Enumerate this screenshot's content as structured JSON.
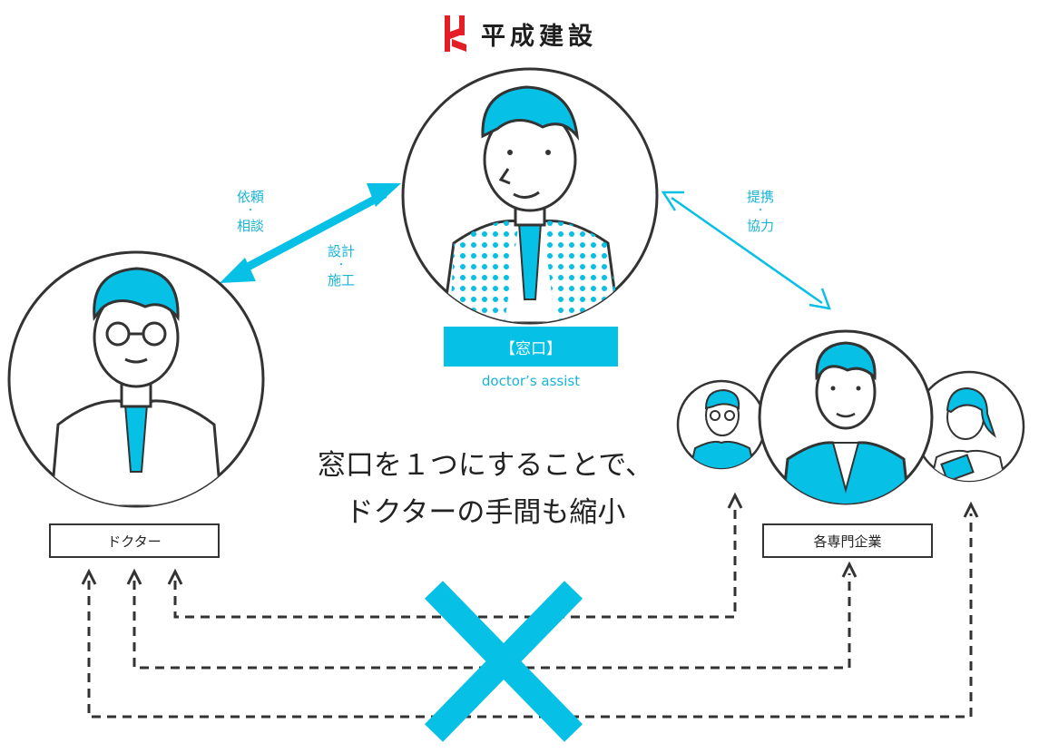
{
  "brand": {
    "name": "平成建設",
    "icon": "heisei-logo-icon",
    "color": "#e41e26"
  },
  "left_link": {
    "line1": "依頼",
    "sep": "・",
    "line2": "相談"
  },
  "center_link": {
    "line1": "設計",
    "sep": "・",
    "line2": "施工"
  },
  "right_link": {
    "line1": "提携",
    "sep": "・",
    "line2": "協力"
  },
  "window_label": "【窓口】",
  "window_sub": "doctor’s assist",
  "doctor_label": "ドクター",
  "companies_label": "各専門企業",
  "message": {
    "line1": "窓口を１つにすることで、",
    "line2": "ドクターの手間も縮小"
  },
  "colors": {
    "accent": "#06c0e5",
    "line": "#333333",
    "brand_red": "#e41e26"
  }
}
